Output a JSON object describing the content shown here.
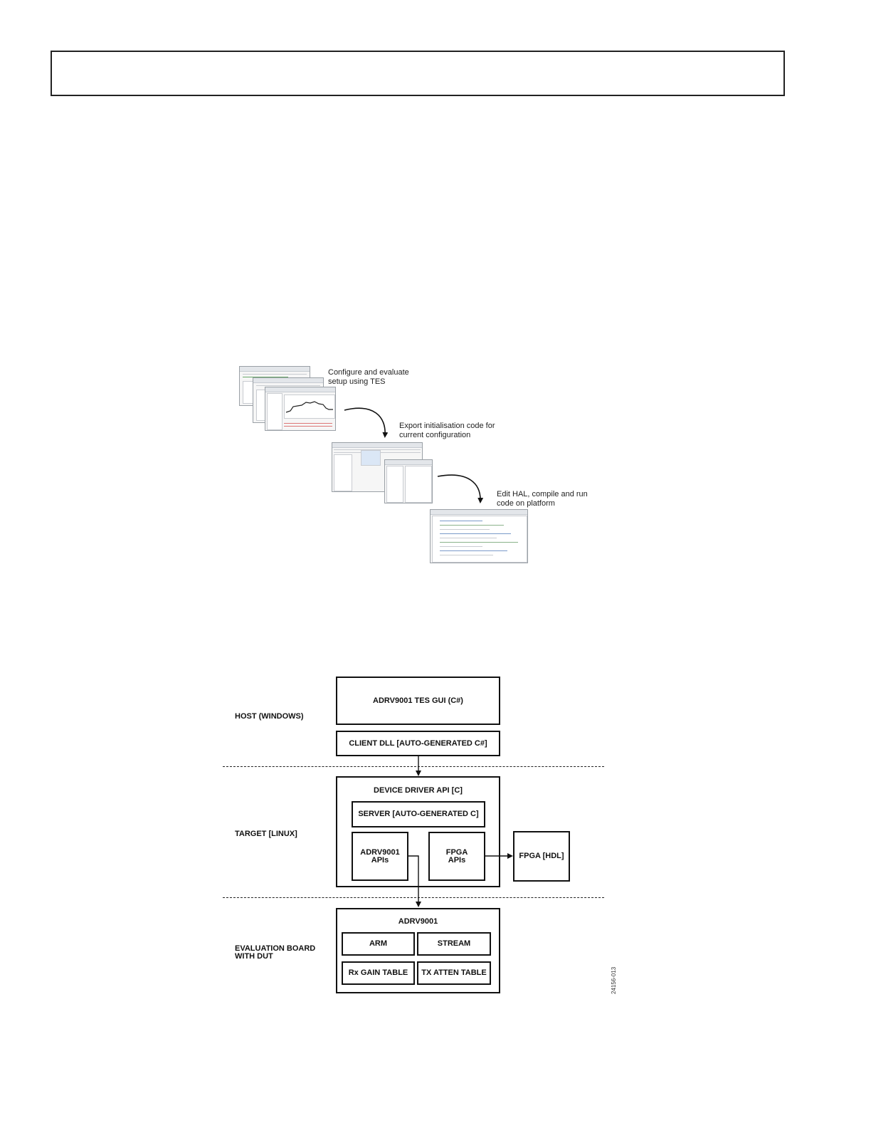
{
  "workflow": {
    "steps": [
      {
        "label": "Configure and evaluate setup using TES"
      },
      {
        "label": "Export initialisation code for current configuration"
      },
      {
        "label": "Edit HAL, compile and run code on platform"
      }
    ]
  },
  "architecture": {
    "zones": {
      "host": "HOST (WINDOWS)",
      "target": "TARGET [LINUX]",
      "eval": "EVALUATION BOARD WITH DUT"
    },
    "blocks": {
      "tes_gui": "ADRV9001 TES GUI (C#)",
      "client_dll": "CLIENT DLL [AUTO-GENERATED C#]",
      "device_driver_api": "DEVICE DRIVER API [C]",
      "server": "SERVER [AUTO-GENERATED C]",
      "adrv9001_apis": "ADRV9001 APIs",
      "fpga_apis": "FPGA APIs",
      "fpga_hdl": "FPGA [HDL]",
      "adrv9001": "ADRV9001",
      "arm": "ARM",
      "stream": "STREAM",
      "rx_gain_table": "Rx GAIN TABLE",
      "tx_atten_table": "TX ATTEN TABLE"
    },
    "figure_code": "24156-013"
  }
}
